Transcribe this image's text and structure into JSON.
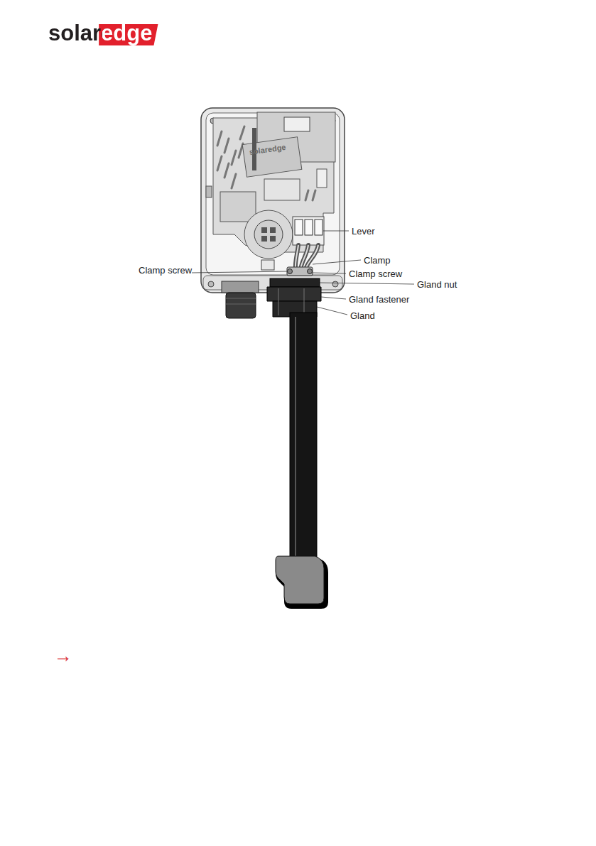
{
  "diagram": {
    "labels": [
      "solaredge",
      "solaredge",
      "Lever",
      "Clamp",
      "Clamp screw",
      "Clamp screw",
      "Gland nut",
      "Gland fastener",
      "Gland",
      "→"
    ]
  }
}
